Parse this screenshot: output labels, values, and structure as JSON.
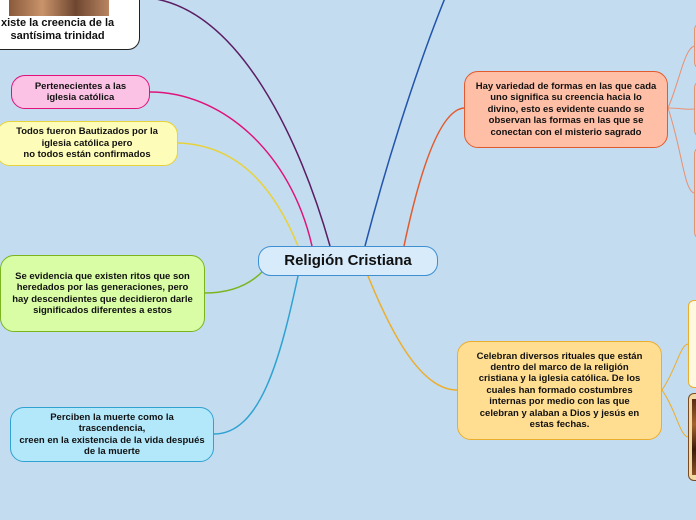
{
  "central": {
    "label": "Religión Cristiana"
  },
  "nodes": {
    "trinity": {
      "label": "xiste la creencia de la\nsantísima trinidad",
      "color": "#ffffff"
    },
    "catholic_church": {
      "label": "Pertenecientes a las\niglesia católica",
      "color": "#fcc2e5"
    },
    "baptized": {
      "label": "Todos fueron Bautizados por la\niglesia católica pero\nno todos están confirmados",
      "color": "#fdfcb8"
    },
    "rites": {
      "label": "Se evidencia que existen ritos que son heredados por las generaciones, pero hay descendientes que decidieron darle significados diferentes a estos",
      "color": "#d9fda4"
    },
    "death": {
      "label": "Perciben la muerte como la trascendencia,\ncreen en la existencia de la vida después de la muerte",
      "color": "#b3e8fb"
    },
    "forms": {
      "label": "Hay variedad de formas en las que cada uno significa su creencia hacia lo divino, esto es evidente cuando se observan las formas en las que se conectan con el misterio sagrado",
      "color": "#ffbfa7"
    },
    "rituals": {
      "label": "Celebran diversos rituales que están dentro del marco de la religión cristiana y la iglesia católica. De los cuales han formado costumbres internas por medio con las que celebran y alaban a Dios y jesús en estas fechas.",
      "color": "#ffdd91"
    }
  },
  "link_colors": {
    "trinity": "#5b1d63",
    "catholic_church": "#e0127a",
    "baptized": "#e8d23a",
    "rites": "#7ab520",
    "death": "#2fa2d2",
    "top": "#2255aa",
    "forms": "#e25a2d",
    "rituals": "#ebae2c"
  }
}
